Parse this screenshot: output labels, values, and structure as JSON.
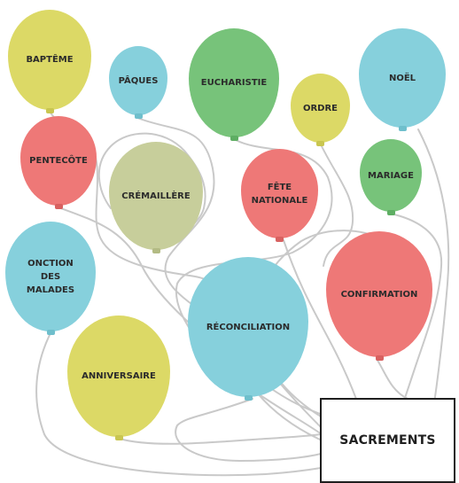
{
  "title": "SACREMENTS",
  "colors": {
    "yellow": "#dcd966",
    "blue": "#86d0dc",
    "green": "#77c37a",
    "red": "#ee7877",
    "olive": "#c7ce9b",
    "string": "#c9c9c9"
  },
  "balloons": {
    "bapteme": {
      "label": "BAPTÊME",
      "color": "yellow"
    },
    "paques": {
      "label": "PÂQUES",
      "color": "blue"
    },
    "eucharistie": {
      "label": "EUCHARISTIE",
      "color": "green"
    },
    "ordre": {
      "label": "ORDRE",
      "color": "yellow"
    },
    "noel": {
      "label": "NOËL",
      "color": "blue"
    },
    "pentecote": {
      "label": "PENTECÔTE",
      "color": "red"
    },
    "cremaillere": {
      "label": "CRÉMAILLÈRE",
      "color": "olive"
    },
    "fete_nationale": {
      "label": "FÊTE\nNATIONALE",
      "color": "red"
    },
    "mariage": {
      "label": "MARIAGE",
      "color": "green"
    },
    "onction": {
      "label": "ONCTION\nDES\nMALADES",
      "color": "blue"
    },
    "confirmation": {
      "label": "CONFIRMATION",
      "color": "red"
    },
    "reconciliation": {
      "label": "RÉCONCILIATION",
      "color": "blue"
    },
    "anniversaire": {
      "label": "ANNIVERSAIRE",
      "color": "yellow"
    }
  }
}
